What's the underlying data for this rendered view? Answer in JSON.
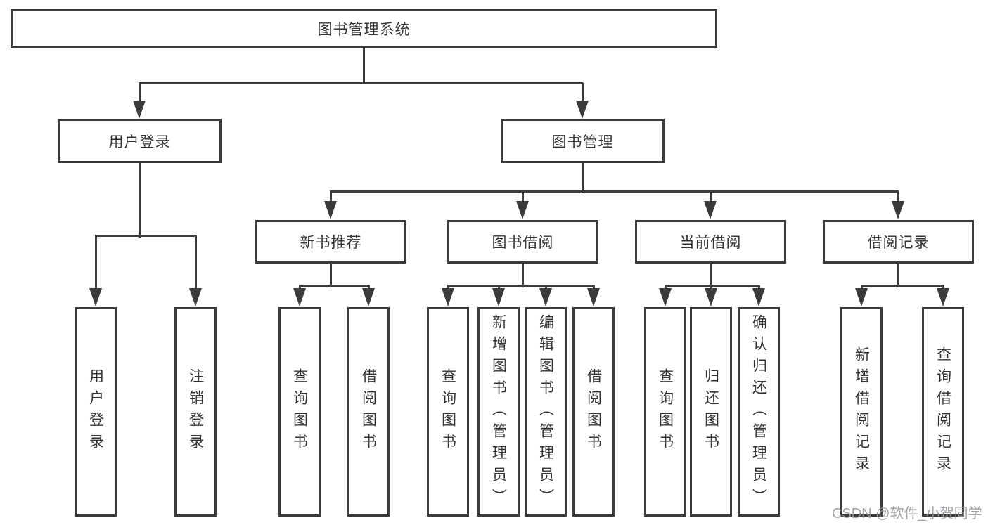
{
  "diagram": {
    "type": "tree",
    "line_color": "#3b3b3b",
    "text_color": "#333333",
    "watermark_color": "#9b9ba1",
    "tree": {
      "label": "图书管理系统",
      "children": [
        {
          "label": "用户登录",
          "children": [
            {
              "label": "用户登录"
            },
            {
              "label": "注销登录"
            }
          ]
        },
        {
          "label": "图书管理",
          "children": [
            {
              "label": "新书推荐",
              "children": [
                {
                  "label": "查询图书"
                },
                {
                  "label": "借阅图书"
                }
              ]
            },
            {
              "label": "图书借阅",
              "children": [
                {
                  "label": "查询图书"
                },
                {
                  "label": "新增图书（管理员）"
                },
                {
                  "label": "编辑图书（管理员）"
                },
                {
                  "label": "借阅图书"
                }
              ]
            },
            {
              "label": "当前借阅",
              "children": [
                {
                  "label": "查询图书"
                },
                {
                  "label": "归还图书"
                },
                {
                  "label": "确认归还（管理员）"
                }
              ]
            },
            {
              "label": "借阅记录",
              "children": [
                {
                  "label": "新增借阅记录"
                },
                {
                  "label": "查询借阅记录"
                }
              ]
            }
          ]
        }
      ]
    },
    "watermark": "CSDN @软件_小贺同学"
  }
}
